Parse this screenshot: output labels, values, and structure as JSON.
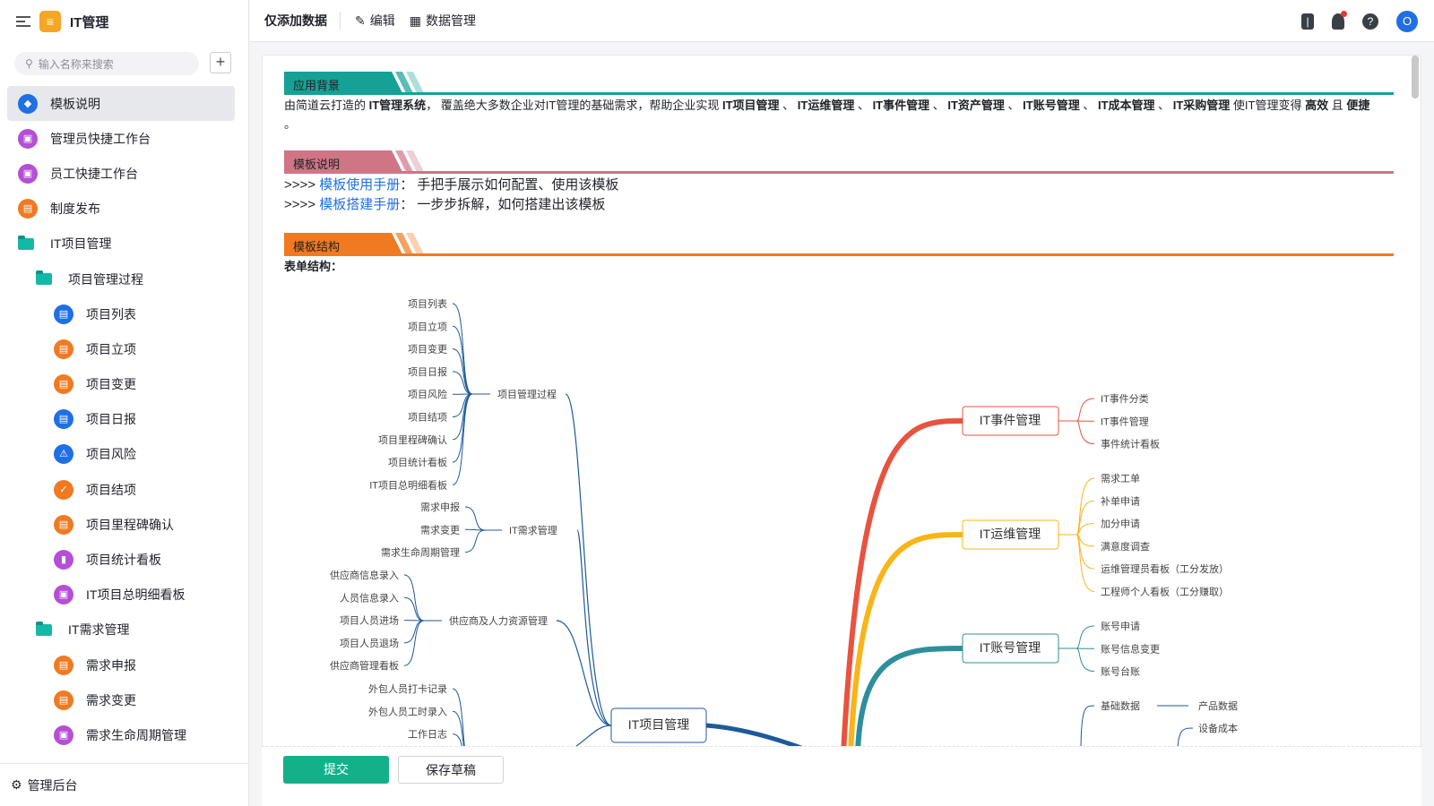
{
  "app": {
    "title": "IT管理",
    "search_placeholder": "输入名称来搜索",
    "footer": "管理后台"
  },
  "sidebar": {
    "items": [
      {
        "label": "模板说明",
        "level": 0,
        "icon": "tag-icon",
        "color": "#1f6fe5",
        "active": true
      },
      {
        "label": "管理员快捷工作台",
        "level": 0,
        "icon": "dashboard-icon",
        "color": "#b44fd6"
      },
      {
        "label": "员工快捷工作台",
        "level": 0,
        "icon": "dashboard-icon",
        "color": "#b44fd6"
      },
      {
        "label": "制度发布",
        "level": 0,
        "icon": "form-icon",
        "color": "#f07a22"
      },
      {
        "label": "IT项目管理",
        "level": 0,
        "icon": "folder-icon"
      },
      {
        "label": "项目管理过程",
        "level": 1,
        "icon": "folder-icon"
      },
      {
        "label": "项目列表",
        "level": 2,
        "icon": "form-icon",
        "color": "#1f6fe5"
      },
      {
        "label": "项目立项",
        "level": 2,
        "icon": "form-icon",
        "color": "#f07a22"
      },
      {
        "label": "项目变更",
        "level": 2,
        "icon": "form-icon",
        "color": "#f07a22"
      },
      {
        "label": "项目日报",
        "level": 2,
        "icon": "form-icon",
        "color": "#1f6fe5"
      },
      {
        "label": "项目风险",
        "level": 2,
        "icon": "warning-icon",
        "color": "#1f6fe5"
      },
      {
        "label": "项目结项",
        "level": 2,
        "icon": "shield-icon",
        "color": "#f07a22"
      },
      {
        "label": "项目里程碑确认",
        "level": 2,
        "icon": "form-icon",
        "color": "#f07a22"
      },
      {
        "label": "项目统计看板",
        "level": 2,
        "icon": "chart-icon",
        "color": "#b44fd6"
      },
      {
        "label": "IT项目总明细看板",
        "level": 2,
        "icon": "dashboard-icon",
        "color": "#b44fd6"
      },
      {
        "label": "IT需求管理",
        "level": 1,
        "icon": "folder-icon"
      },
      {
        "label": "需求申报",
        "level": 2,
        "icon": "form-icon",
        "color": "#f07a22"
      },
      {
        "label": "需求变更",
        "level": 2,
        "icon": "form-icon",
        "color": "#f07a22"
      },
      {
        "label": "需求生命周期管理",
        "level": 2,
        "icon": "dashboard-icon",
        "color": "#b44fd6"
      }
    ]
  },
  "toolbar": {
    "mode": "仅添加数据",
    "edit": "编辑",
    "data_manage": "数据管理"
  },
  "topicons": [
    "notebook-icon",
    "bell-icon",
    "help-icon"
  ],
  "user_initial": "O",
  "content": {
    "sec1": {
      "title": "应用背景",
      "color": "#16a196"
    },
    "intro": [
      {
        "t": "由简道云打造的 "
      },
      {
        "t": "IT管理系统",
        "b": 1
      },
      {
        "t": "， 覆盖绝大多数企业对IT管理的基础需求，帮助企业实现 "
      },
      {
        "t": "IT项目管理",
        "b": 1
      },
      {
        "t": " 、 "
      },
      {
        "t": "IT运维管理",
        "b": 1
      },
      {
        "t": " 、 "
      },
      {
        "t": "IT事件管理",
        "b": 1
      },
      {
        "t": " 、 "
      },
      {
        "t": "IT资产管理",
        "b": 1
      },
      {
        "t": " 、 "
      },
      {
        "t": "IT账号管理",
        "b": 1
      },
      {
        "t": " 、 "
      },
      {
        "t": "IT成本管理",
        "b": 1
      },
      {
        "t": " 、 "
      },
      {
        "t": "IT采购管理",
        "b": 1
      },
      {
        "t": " 使IT管理变得 "
      },
      {
        "t": "高效",
        "b": 1
      },
      {
        "t": " 且 "
      },
      {
        "t": "便捷",
        "b": 1
      },
      {
        "t": " 。"
      }
    ],
    "sec2": {
      "title": "模板说明",
      "color": "#cf7586"
    },
    "links": [
      {
        "prefix": ">>>> ",
        "link": "模板使用手册",
        "desc": "： 手把手展示如何配置、使用该模板"
      },
      {
        "prefix": ">>>> ",
        "link": "模板搭建手册",
        "desc": "： 一步步拆解，如何搭建出该模板"
      }
    ],
    "sec3": {
      "title": "模板结构",
      "color": "#f07a22"
    },
    "form_structure": "表单结构："
  },
  "mindmap": {
    "root": "IT项目管理",
    "left_groups": [
      {
        "label": "项目管理过程",
        "items": [
          "项目列表",
          "项目立项",
          "项目变更",
          "项目日报",
          "项目风险",
          "项目结项",
          "项目里程碑确认",
          "项目统计看板",
          "IT项目总明细看板"
        ]
      },
      {
        "label": "IT需求管理",
        "items": [
          "需求申报",
          "需求变更",
          "需求生命周期管理"
        ]
      },
      {
        "label": "供应商及人力资源管理",
        "items": [
          "供应商信息录入",
          "人员信息录入",
          "项目人员进场",
          "项目人员退场",
          "供应商管理看板"
        ]
      },
      {
        "label": "",
        "items": [
          "外包人员打卡记录",
          "外包人员工时录入",
          "工作日志"
        ]
      }
    ],
    "right_groups": [
      {
        "label": "IT事件管理",
        "color": "#e8533f",
        "items": [
          "IT事件分类",
          "IT事件管理",
          "事件统计看板"
        ]
      },
      {
        "label": "IT运维管理",
        "color": "#f9b418",
        "items": [
          "需求工单",
          "补单申请",
          "加分申请",
          "满意度调查",
          "运维管理员看板（工分发放）",
          "工程师个人看板（工分赚取）"
        ]
      },
      {
        "label": "IT账号管理",
        "color": "#2e8f9c",
        "items": [
          "账号申请",
          "账号信息变更",
          "账号台账"
        ]
      }
    ],
    "partial": {
      "items": [
        "基础数据",
        "产品数据",
        "设备成本"
      ]
    }
  },
  "actions": {
    "submit": "提交",
    "draft": "保存草稿"
  }
}
